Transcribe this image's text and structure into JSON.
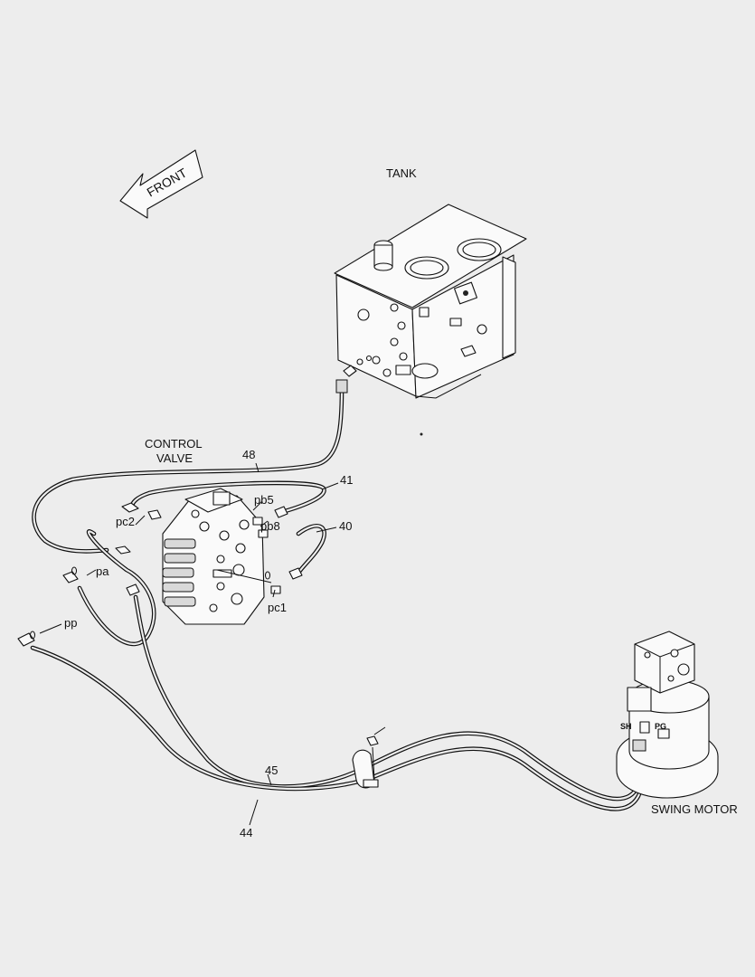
{
  "labels": {
    "front": "FRONT",
    "tank": "TANK",
    "control_valve_line1": "CONTROL",
    "control_valve_line2": "VALVE",
    "swing_motor": "SWING MOTOR",
    "hose_48": "48",
    "hose_41": "41",
    "hose_40": "40",
    "hose_45": "45",
    "hose_44": "44",
    "port_pb5": "pb5",
    "port_pb8": "pb8",
    "port_pc2": "pc2",
    "port_pc1": "pc1",
    "port_pa": "pa",
    "port_pp": "pp",
    "port_sh": "SH",
    "port_pg": "PG"
  }
}
